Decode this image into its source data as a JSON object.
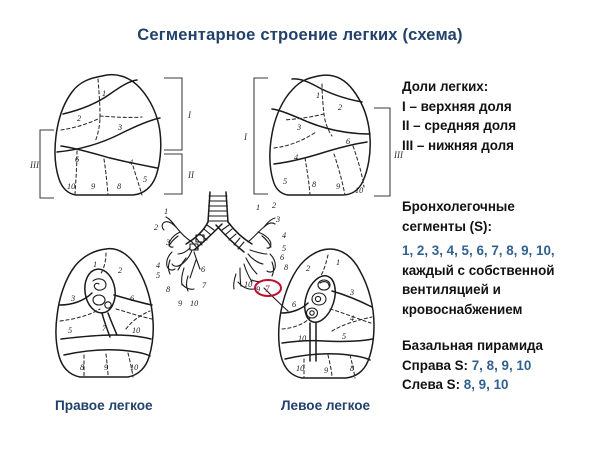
{
  "slide": {
    "title": "Сегментарное строение легких (схема)",
    "background_color": "#ffffff",
    "title_color": "#22416b",
    "accent_blue": "#31618f"
  },
  "lobes_block": {
    "heading": "Доли легких:",
    "items": [
      "I – верхняя доля",
      "II – средняя доля",
      "III – нижняя доля"
    ]
  },
  "segments_block": {
    "heading_line1": "Бронхолегочные",
    "heading_line2": "сегменты (S):",
    "numbers": "1, 2, 3, 4, 5, 6, 7, 8, 9, 10,",
    "description_line1": "каждый с собственной",
    "description_line2": "вентиляцией и",
    "description_line3": "кровоснабжением"
  },
  "pyramid_block": {
    "heading": "Базальная пирамида",
    "right_label": "Справа S:",
    "right_numbers": "7, 8, 9, 10",
    "left_label": "Слева S:",
    "left_numbers": "8, 9, 10"
  },
  "captions": {
    "right_lung": "Правое легкое",
    "left_lung": "Левое легкое"
  },
  "figures": {
    "top_left_lung": {
      "view": "правое легкое, латеральная поверхность",
      "segment_numbers": [
        "1",
        "2",
        "3",
        "6",
        "4",
        "5",
        "10",
        "9",
        "8"
      ],
      "lobe_brackets": [
        "I",
        "II",
        "III"
      ]
    },
    "top_right_lung": {
      "view": "левое легкое, латеральная поверхность",
      "segment_numbers": [
        "1",
        "2",
        "3",
        "6",
        "4",
        "5",
        "8",
        "9",
        "10"
      ],
      "lobe_brackets": [
        "I",
        "III"
      ]
    },
    "bronchial_tree": {
      "left_branch_numbers": [
        "1",
        "2",
        "3",
        "4",
        "5",
        "6",
        "7",
        "8",
        "9",
        "10"
      ],
      "right_branch_numbers": [
        "1",
        "2",
        "3",
        "4",
        "5",
        "6",
        "8",
        "9",
        "10"
      ],
      "red_marked_segment": "7"
    },
    "bottom_left_lung": {
      "view": "правое легкое, медиальная поверхность",
      "segment_numbers": [
        "1",
        "2",
        "3",
        "6",
        "5",
        "7",
        "10",
        "8",
        "9",
        "10"
      ]
    },
    "bottom_right_lung": {
      "view": "левое легкое, медиальная поверхность",
      "segment_numbers": [
        "2",
        "1",
        "6",
        "3",
        "4",
        "5",
        "10",
        "10",
        "9",
        "8"
      ]
    }
  }
}
